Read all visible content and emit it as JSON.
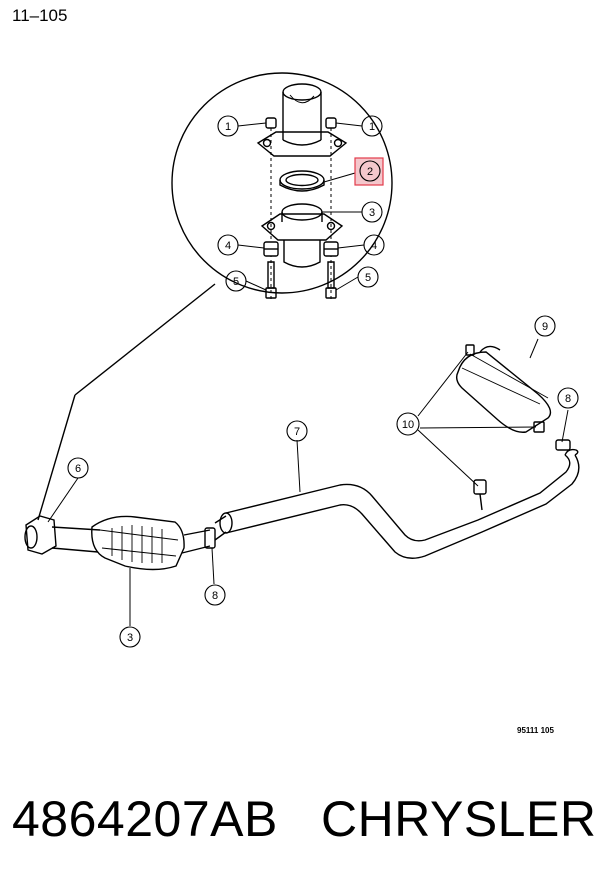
{
  "page_label": "11–105",
  "reference_code": "95111 105",
  "footer": {
    "part_number": "4864207AB",
    "brand": "CHRYSLER"
  },
  "callouts": {
    "c1_left": "1",
    "c1_right": "1",
    "c2": "2",
    "c3_detail": "3",
    "c4_left": "4",
    "c4_right": "4",
    "c5_left": "5",
    "c5_right": "5",
    "c6": "6",
    "c7": "7",
    "c8_left": "8",
    "c8_right": "8",
    "c3_main": "3",
    "c9": "9",
    "c10": "10"
  },
  "highlight_color": "#e23b4a"
}
